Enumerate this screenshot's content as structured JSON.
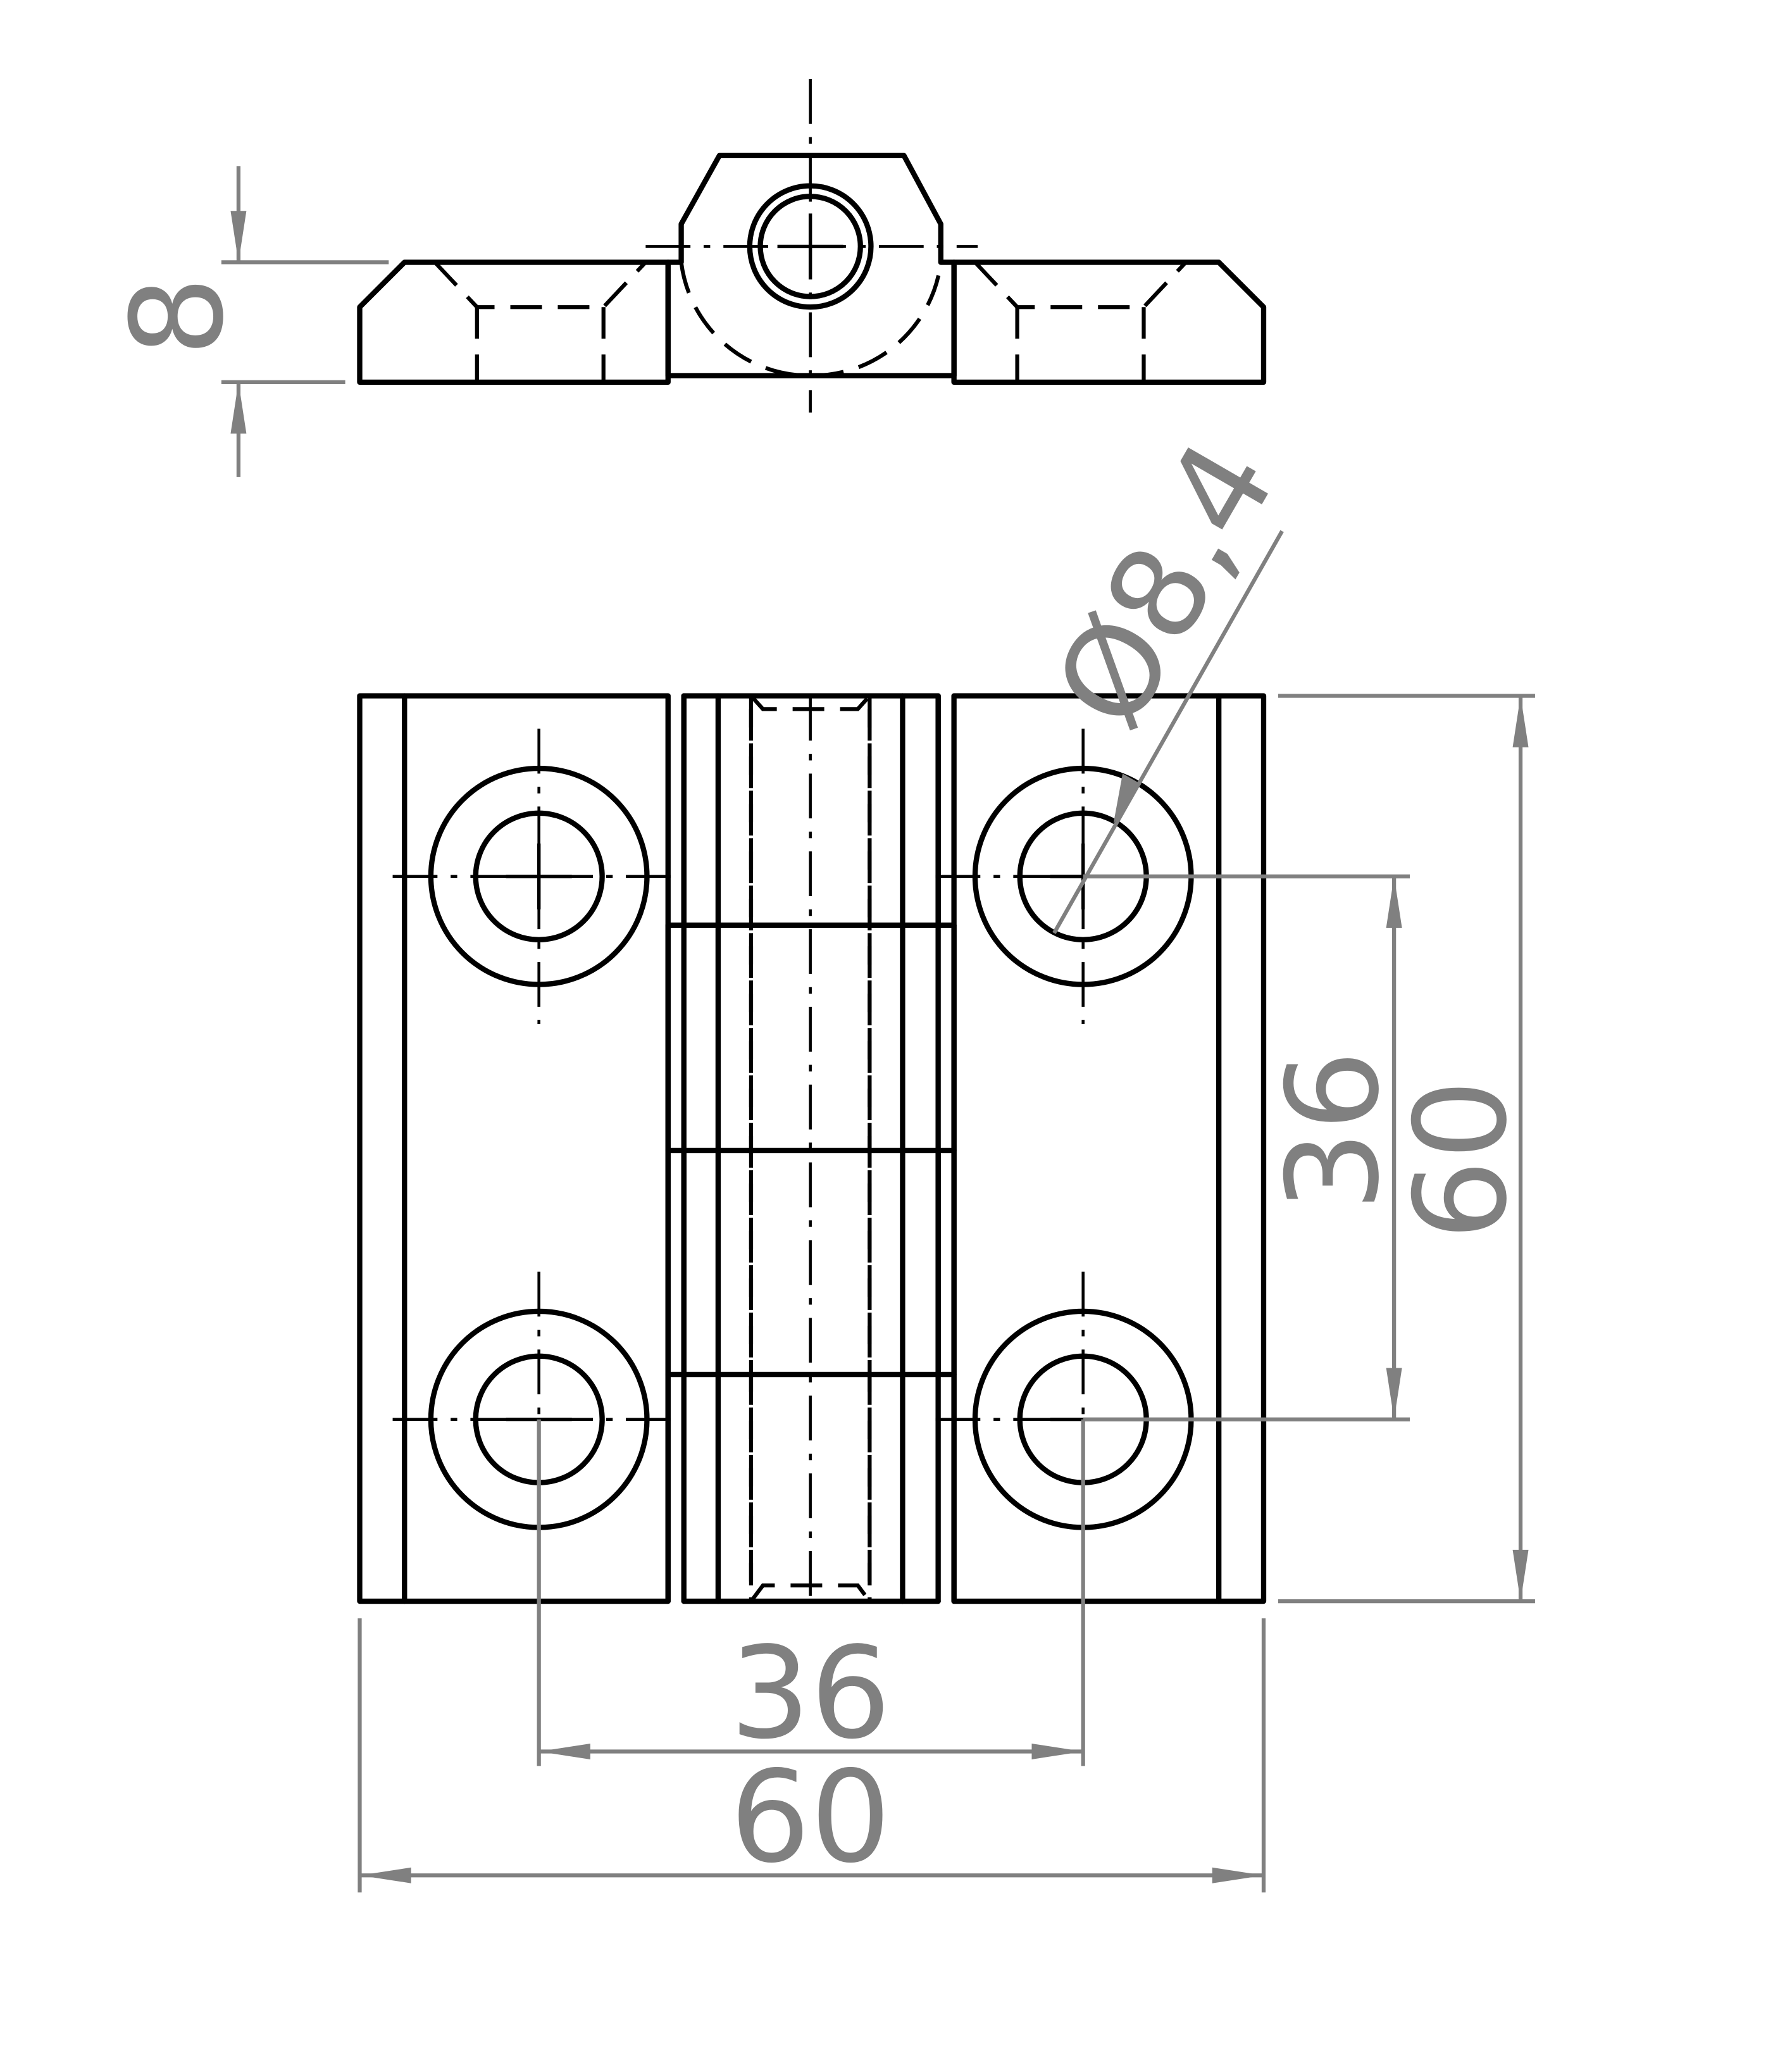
{
  "dimensions": {
    "thickness": "8",
    "pin_diameter": "Ø8,4",
    "hole_spacing_vertical": "36",
    "height": "60",
    "hole_spacing_horizontal": "36",
    "width": "60"
  },
  "colors": {
    "object_lines": "#000000",
    "dimension_lines": "#808080",
    "background": "#ffffff"
  }
}
